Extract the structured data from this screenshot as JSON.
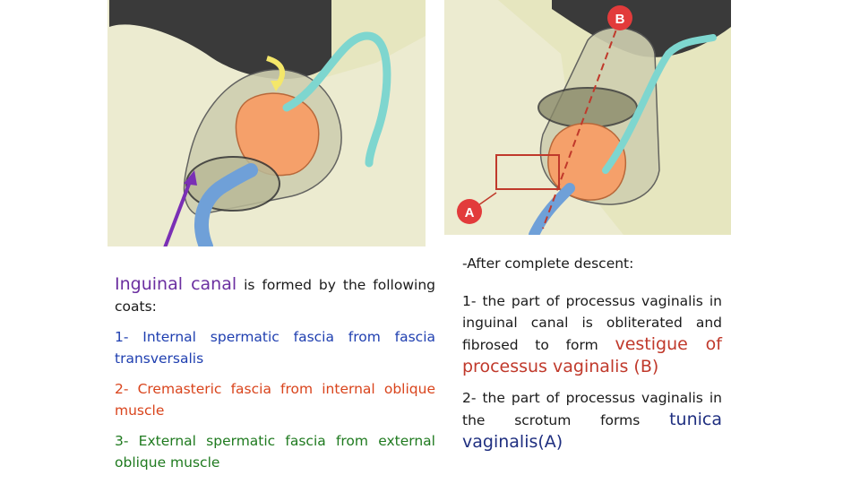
{
  "colors": {
    "figure_bg": "#e6e6bf",
    "dark_mass": "#3a3a3a",
    "testis": "#f5a06a",
    "cord_blue": "#6fa0d8",
    "vas_teal": "#7ed6cf",
    "arrow_purple": "#7a2fb5",
    "label_red": "#e23b3b"
  },
  "figure_right": {
    "label_b": "B",
    "label_a": "A"
  },
  "left_text": {
    "heading_term": "Inguinal canal",
    "heading_rest": " is formed by the following coats:",
    "item1": "1- Internal spermatic fascia from fascia transversalis",
    "item2": "2- Cremasteric fascia from internal oblique muscle",
    "item3": "3- External spermatic fascia from external oblique muscle"
  },
  "right_text": {
    "heading": "-After complete descent:",
    "item1_plain": "1- the part of processus vaginalis in inguinal canal is obliterated and fibrosed to form ",
    "item1_term": "vestigue of processus vaginalis (B)",
    "item2_plain": "2- the part of processus vaginalis in the scrotum forms ",
    "item2_term": "tunica vaginalis(A)"
  }
}
